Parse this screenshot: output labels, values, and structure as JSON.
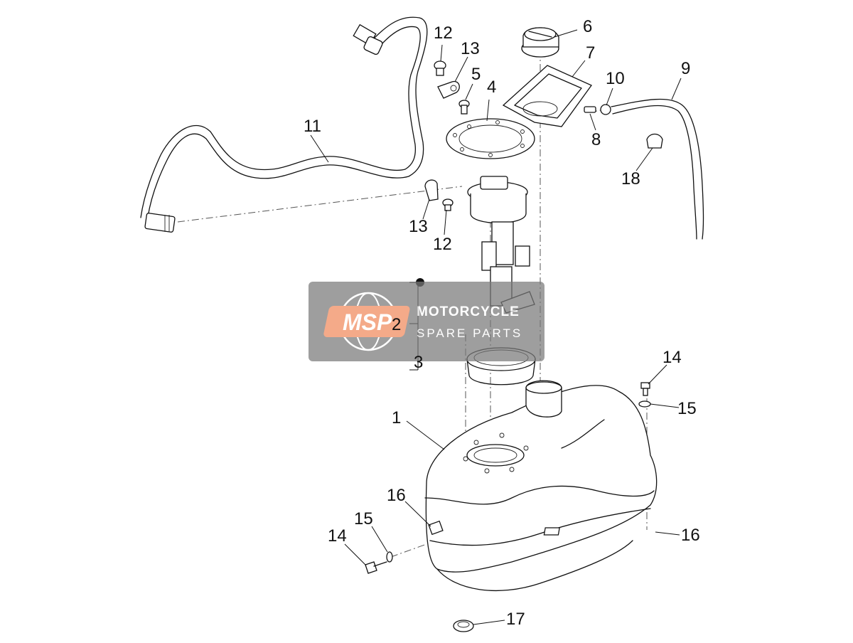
{
  "callouts": [
    {
      "id": "c1",
      "label": "1"
    },
    {
      "id": "c2",
      "label": "2"
    },
    {
      "id": "c3",
      "label": "3"
    },
    {
      "id": "c4",
      "label": "4"
    },
    {
      "id": "c5",
      "label": "5"
    },
    {
      "id": "c6",
      "label": "6"
    },
    {
      "id": "c7",
      "label": "7"
    },
    {
      "id": "c8",
      "label": "8"
    },
    {
      "id": "c9",
      "label": "9"
    },
    {
      "id": "c10",
      "label": "10"
    },
    {
      "id": "c11",
      "label": "11"
    },
    {
      "id": "c12a",
      "label": "12"
    },
    {
      "id": "c12b",
      "label": "12"
    },
    {
      "id": "c13a",
      "label": "13"
    },
    {
      "id": "c13b",
      "label": "13"
    },
    {
      "id": "c14a",
      "label": "14"
    },
    {
      "id": "c14b",
      "label": "14"
    },
    {
      "id": "c15a",
      "label": "15"
    },
    {
      "id": "c15b",
      "label": "15"
    },
    {
      "id": "c16a",
      "label": "16"
    },
    {
      "id": "c16b",
      "label": "16"
    },
    {
      "id": "c17",
      "label": "17"
    },
    {
      "id": "c18",
      "label": "18"
    }
  ],
  "watermark": {
    "logo": "MSP",
    "brand": "MOTORCYCLE",
    "sub": "SPARE PARTS",
    "accent": "#f08a5d",
    "overlay": "#7a7a7a"
  },
  "colors": {
    "line": "#111111",
    "background": "#ffffff"
  }
}
